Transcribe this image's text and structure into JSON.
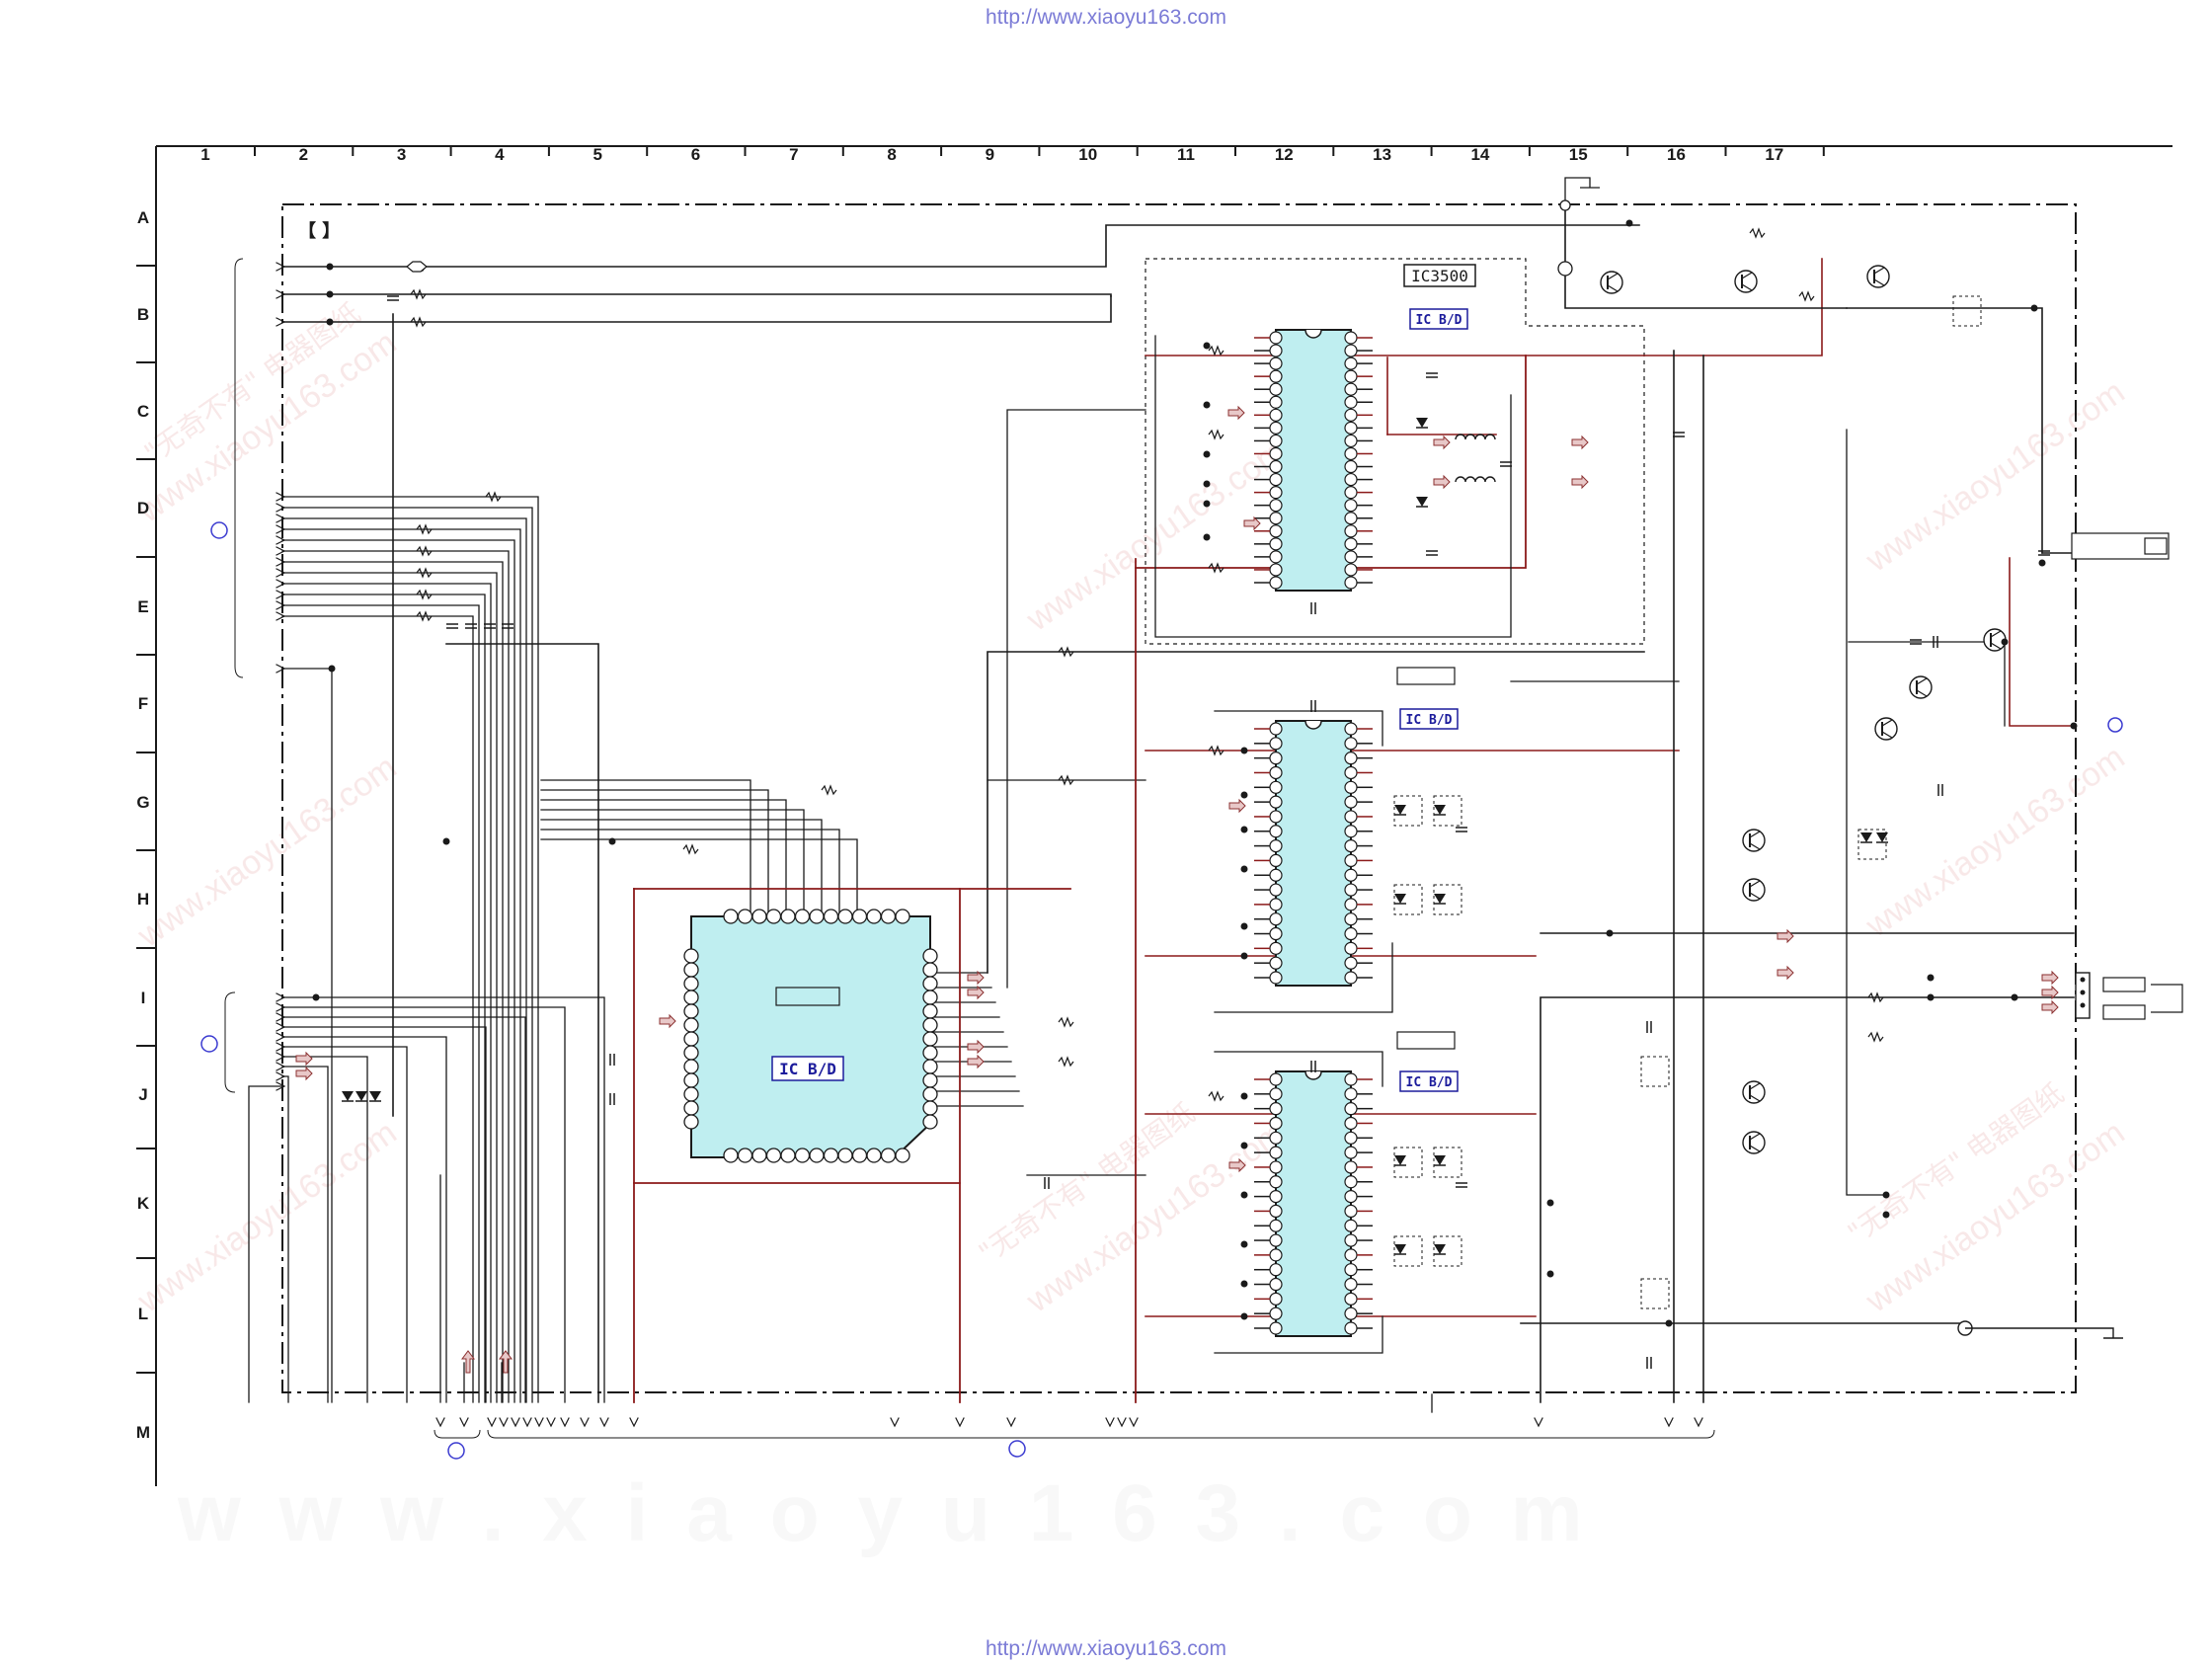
{
  "header": {
    "url_top": "http://www.xiaoyu163.com"
  },
  "footer": {
    "url_bottom": "http://www.xiaoyu163.com"
  },
  "grid": {
    "columns": [
      "1",
      "2",
      "3",
      "4",
      "5",
      "6",
      "7",
      "8",
      "9",
      "10",
      "11",
      "12",
      "13",
      "14",
      "15",
      "16",
      "17"
    ],
    "rows": [
      "A",
      "B",
      "C",
      "D",
      "E",
      "F",
      "G",
      "H",
      "I",
      "J",
      "K",
      "L",
      "M"
    ]
  },
  "chips": {
    "ic3500_ref": "IC3500",
    "top_board_label": "IC B/D",
    "mid_board_label": "IC B/D",
    "bot_board_label": "IC B/D",
    "big_board_label": "IC B/D"
  },
  "bracket_label": "【                              】",
  "watermark": {
    "bottom_text": "w w w . x i a o y u 1 6 3 . c o m",
    "diag_text": "www.xiaoyu163.com",
    "cn_text": "\"无奇不有\" 电器图纸"
  },
  "colors": {
    "wire": "#1a1a1a",
    "red_wire": "#8b1a1a",
    "chip_fill": "#bfeef0",
    "label_blue": "#1c1c9c",
    "pin_fill": "#ffffff"
  }
}
